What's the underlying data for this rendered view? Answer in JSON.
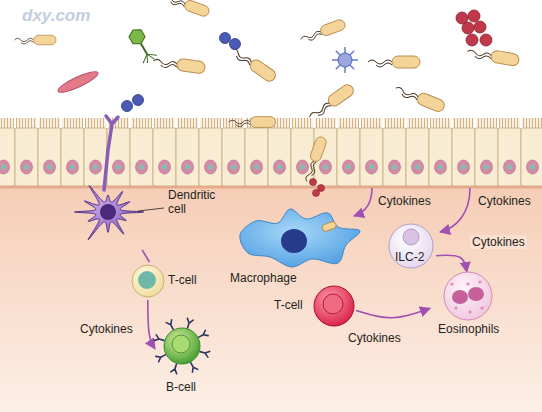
{
  "diagram": {
    "nodes": [
      {
        "text": [
          "Dendritic cell"
        ]
      },
      {
        "text": [
          "T-cell"
        ]
      },
      {
        "text": [
          "B-cell"
        ]
      },
      {
        "text": [
          "Macrophage"
        ]
      },
      {
        "text": [
          "T-cell"
        ]
      },
      {
        "text": [
          "ILC-2"
        ]
      },
      {
        "text": [
          "Eosinophils"
        ]
      }
    ],
    "edges": [
      {
        "from": 0,
        "to": 1,
        "arrow": "none"
      },
      {
        "from": 1,
        "to": 2,
        "label": "Cytokines",
        "arrow": "to"
      },
      {
        "from": 4,
        "to": 6,
        "label": "Cytokines",
        "arrow": "to"
      },
      {
        "from": 5,
        "to": 6,
        "label": "Cytokines",
        "arrow": "to"
      }
    ],
    "labels": [
      "Cytokines",
      "Cytokines",
      "dxy.com"
    ]
  }
}
